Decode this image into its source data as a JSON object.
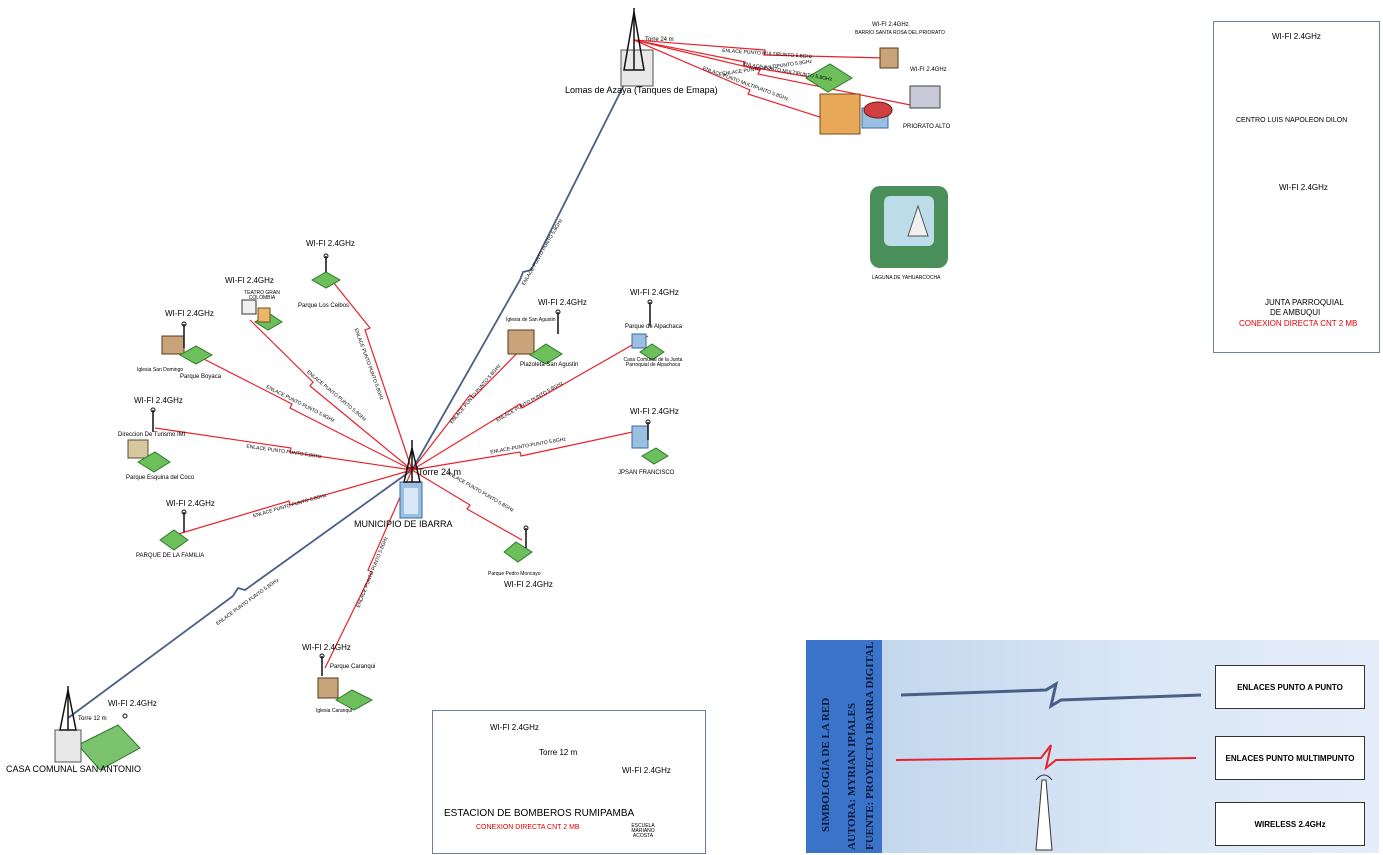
{
  "wifi": "WI-FI 2.4GHz",
  "towers": {
    "main": {
      "label": "Torre 24 m",
      "name": "MUNICIPIO DE IBARRA"
    },
    "lomas": {
      "label": "Torre 24 m",
      "name": "Lomas de Azaya (Tanques de Emapa)"
    },
    "antonio": {
      "label": "Torre 12 m",
      "name": "CASA COMUNAL SAN ANTONIO"
    },
    "bomberos": {
      "label": "Torre 12 m"
    }
  },
  "links": {
    "ptp": "ENLACE PUNTO PUNTO 5.8GHz",
    "ptp_alt": "ENLACE-PUNTO-PUNTO 5.8GHz",
    "ptmp": "ENLACE PUNTO MULTIPUNTO 5.8GHz"
  },
  "sites": {
    "ceibos": "Parque Los Ceibos",
    "teatro": "TEATRO GRAN COLOMBIA",
    "boyaca": "Parque Boyaca",
    "iglesia_sd": "Iglesia San Domingo",
    "turismo": "Direccion De Turismo IMI",
    "coco": "Parque Esquina del Coco",
    "familia": "PARQUE DE LA FAMILIA",
    "caranqui": "Parque Caranqui",
    "iglesia_caranqui": "Iglesia Caranqui",
    "iglesia_sa": "Iglesia de San Agustin",
    "plazoleta": "Plazoleta San Agustin",
    "alpachaca": "Parque de Alpachaca",
    "casa_alpachaca": "Casa Comunal de la Junta Parroquial de Alpachaca",
    "jpsan": "JPSAN FRANCISCO",
    "moncayo": "Parque Pedro Moncayo",
    "santa_rosa": "BARRIO SANTA ROSA DEL PRIORATO",
    "priorato": "PRIORATO ALTO",
    "yahuarcocha": "LAGUNA DE YAHUARCOCHA"
  },
  "right_panel": {
    "centro": "CENTRO LUIS NAPOLEON DILON",
    "junta_line1": "JUNTA PARROQUIAL",
    "junta_line2": "DE AMBUQUI",
    "conexion": "CONEXION DIRECTA CNT 2 MB"
  },
  "bomberos_box": {
    "title": "ESTACION DE BOMBEROS RUMIPAMBA",
    "conexion": "CONEXION DIRECTA CNT 2 MB",
    "escuela": "ESCUELA MARIANO ACOSTA"
  },
  "legend": {
    "title": "SIMBOLOGÍA DE LA RED",
    "author": "AUTORA: MYRIAN IPIALES",
    "source": "FUENTE: PROYECTO IBARRA DIGITAL",
    "ptp": "ENLACES PUNTO A PUNTO",
    "ptmp": "ENLACES PUNTO MULTIMPUNTO",
    "wireless": "WIRELESS 2.4GHz"
  },
  "colors": {
    "ptp_link": "#4a5f85",
    "ptmp_link": "#e8222a",
    "legend_band": "#3a73c8",
    "wifi_red_text": "#e00000"
  }
}
